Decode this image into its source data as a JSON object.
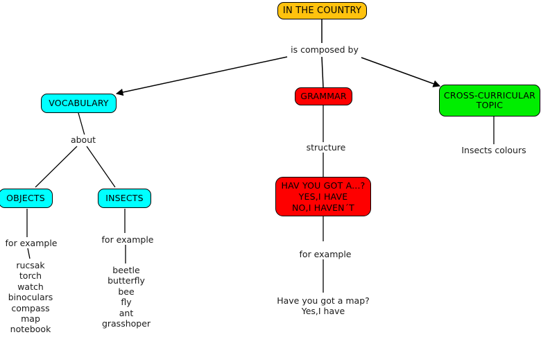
{
  "diagram": {
    "title": "IN THE COUNTRY concept map",
    "colors": {
      "root": "#ffc20e",
      "vocabulary": "#00ffff",
      "grammar": "#fe0000",
      "cross_curricular": "#00ee00",
      "edge": "#000000",
      "text": "#000000"
    },
    "nodes": {
      "root": {
        "label": "IN THE COUNTRY"
      },
      "vocabulary": {
        "label": "VOCABULARY"
      },
      "grammar": {
        "label": "GRAMMAR"
      },
      "cross_curricular": {
        "label": "CROSS-CURRICULAR\nTOPIC"
      },
      "objects": {
        "label": "OBJECTS"
      },
      "insects": {
        "label": "INSECTS"
      },
      "grammar_structure": {
        "label": "HAV YOU GOT A...?\nYES,I HAVE\nNO,I HAVEN´T"
      }
    },
    "link_labels": {
      "is_composed_by": "is composed by",
      "about": "about",
      "structure": "structure",
      "objects_for_example": "for example",
      "insects_for_example": "for example",
      "grammar_for_example": "for example"
    },
    "leaves": {
      "insects_colours": "Insects colours",
      "objects_examples": "rucsak\ntorch\nwatch\nbinoculars\ncompass\nmap\nnotebook",
      "insects_examples": "beetle\nbutterfly\nbee\nfly\nant\ngrasshoper",
      "grammar_examples": "Have you got a map?\nYes,I have"
    }
  }
}
